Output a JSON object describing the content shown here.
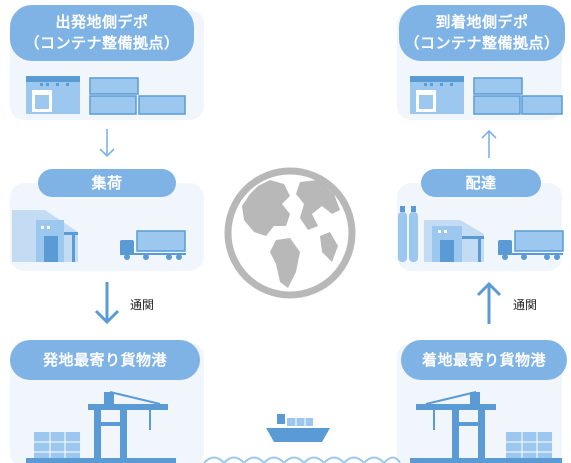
{
  "steps": {
    "origin_depot": {
      "line1": "出発地側デポ",
      "line2": "（コンテナ整備拠点）"
    },
    "dest_depot": {
      "line1": "到着地側デポ",
      "line2": "（コンテナ整備拠点）"
    },
    "pickup": "集荷",
    "delivery": "配達",
    "origin_port": "発地最寄り貨物港",
    "dest_port": "着地最寄り貨物港"
  },
  "arrows": {
    "customs_left": "通関",
    "customs_right": "通関"
  },
  "colors": {
    "pill": "#7fb3e6",
    "card": "#f1f6fc",
    "icon": "#9cc7ee",
    "icon_dark": "#5b9bd5",
    "globe": "#b8b8b8"
  },
  "icons": [
    "warehouse-icon",
    "container-stack-icon",
    "truck-icon",
    "crane-icon",
    "ship-icon",
    "globe-icon",
    "tank-icon",
    "wave-icon"
  ]
}
